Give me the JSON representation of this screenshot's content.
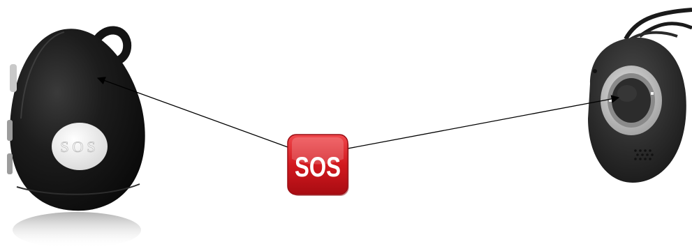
{
  "diagram": {
    "center_badge": {
      "text": "SOS",
      "color": "#c8141c",
      "icon": "sos-emoji-icon"
    },
    "left_device": {
      "icon": "teardrop-gps-tracker-icon",
      "button_text": "SOS",
      "body_color": "#161616"
    },
    "right_device": {
      "icon": "oval-pendant-alarm-icon",
      "ring_color": "#b9b9b9",
      "body_color": "#2a2a2a"
    },
    "arrows": [
      {
        "from": "center_badge",
        "to": "left_device"
      },
      {
        "from": "center_badge",
        "to": "right_device"
      }
    ]
  }
}
